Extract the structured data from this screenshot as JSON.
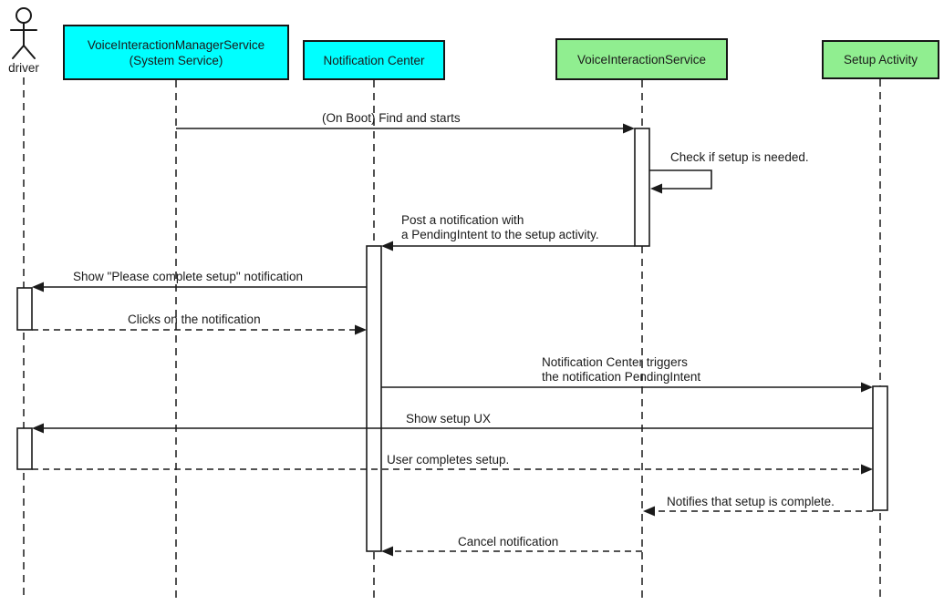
{
  "diagram_type": "uml-sequence",
  "colors": {
    "system_participant_fill": "#00ffff",
    "app_participant_fill": "#90ee90",
    "activation_fill": "#ffffff",
    "line_color": "#1a1a1a",
    "text_color": "#1a1a1a",
    "background": "#ffffff"
  },
  "actor": {
    "name": "driver"
  },
  "participants": [
    {
      "name": "VoiceInteractionManagerService (System Service)",
      "label_lines": [
        "VoiceInteractionManagerService",
        "(System Service)"
      ],
      "fill": "system"
    },
    {
      "name": "Notification Center",
      "label_lines": [
        "Notification Center"
      ],
      "fill": "system"
    },
    {
      "name": "VoiceInteractionService",
      "label_lines": [
        "VoiceInteractionService"
      ],
      "fill": "app"
    },
    {
      "name": "Setup Activity",
      "label_lines": [
        "Setup Activity"
      ],
      "fill": "app"
    }
  ],
  "messages": [
    {
      "from": "VoiceInteractionManagerService",
      "to": "VoiceInteractionService",
      "line_style": "solid",
      "lines": [
        "(On Boot) Find and starts"
      ]
    },
    {
      "from": "VoiceInteractionService",
      "to": "VoiceInteractionService",
      "line_style": "solid",
      "self_message": true,
      "lines": [
        "Check if setup is needed."
      ]
    },
    {
      "from": "VoiceInteractionService",
      "to": "Notification Center",
      "line_style": "solid",
      "lines": [
        "Post a notification with",
        "a PendingIntent to the setup activity."
      ]
    },
    {
      "from": "Notification Center",
      "to": "driver",
      "line_style": "solid",
      "lines": [
        "Show \"Please complete setup\" notification"
      ]
    },
    {
      "from": "driver",
      "to": "Notification Center",
      "line_style": "dashed",
      "lines": [
        "Clicks on the notification"
      ]
    },
    {
      "from": "Notification Center",
      "to": "Setup Activity",
      "line_style": "solid",
      "lines": [
        "Notification Center triggers",
        "the notification PendingIntent"
      ]
    },
    {
      "from": "Setup Activity",
      "to": "driver",
      "line_style": "solid",
      "lines": [
        "Show setup UX"
      ]
    },
    {
      "from": "driver",
      "to": "Setup Activity",
      "line_style": "dashed",
      "lines": [
        "User completes setup."
      ]
    },
    {
      "from": "Setup Activity",
      "to": "VoiceInteractionService",
      "line_style": "dashed",
      "lines": [
        "Notifies that setup is complete."
      ]
    },
    {
      "from": "VoiceInteractionService",
      "to": "Notification Center",
      "line_style": "dashed",
      "lines": [
        "Cancel notification"
      ]
    }
  ]
}
